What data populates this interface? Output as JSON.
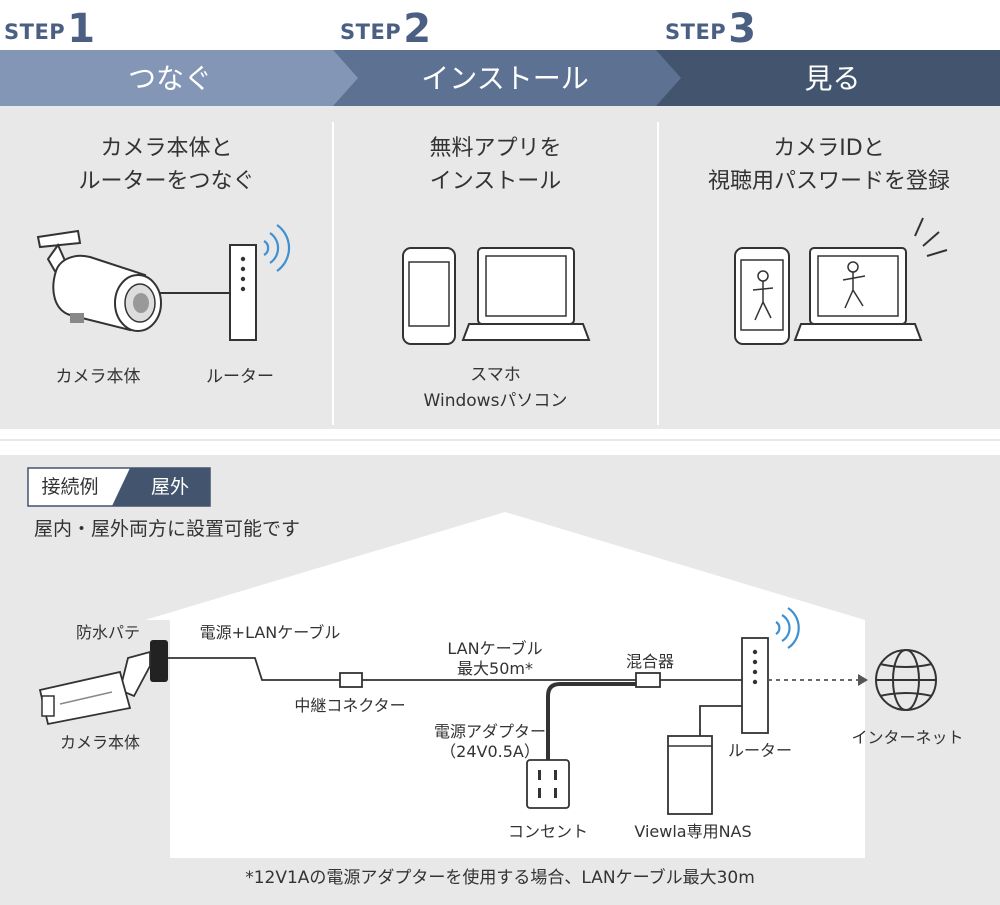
{
  "steps": [
    {
      "step_word": "STEP",
      "number": "1",
      "title": "つなぐ",
      "desc_line1": "カメラ本体と",
      "desc_line2": "ルーターをつなぐ",
      "caption_a": "カメラ本体",
      "caption_b": "ルーター"
    },
    {
      "step_word": "STEP",
      "number": "2",
      "title": "インストール",
      "desc_line1": "無料アプリを",
      "desc_line2": "インストール",
      "caption_a": "スマホ",
      "caption_b": "Windowsパソコン"
    },
    {
      "step_word": "STEP",
      "number": "3",
      "title": "見る",
      "desc_line1": "カメラIDと",
      "desc_line2": "視聴用パスワードを登録"
    }
  ],
  "example": {
    "tag_left": "接続例",
    "tag_right": "屋外",
    "subtitle": "屋内・屋外両方に設置可能です"
  },
  "diagram": {
    "putty": "防水パテ",
    "camera": "カメラ本体",
    "power_lan_cable": "電源+LANケーブル",
    "lan_cable": "LANケーブル",
    "lan_cable_max": "最大50m*",
    "relay_connector": "中継コネクター",
    "mixer": "混合器",
    "adapter": "電源アダプター",
    "adapter_spec": "（24V0.5A）",
    "outlet": "コンセント",
    "router": "ルーター",
    "internet": "インターネット",
    "nas": "Viewla専用NAS"
  },
  "footnote": "*12V1Aの電源アダプターを使用する場合、LANケーブル最大30m",
  "colors": {
    "step1": "#8396b5",
    "step2": "#5d7293",
    "step3": "#43546f",
    "panel": "#e8e8e8",
    "house": "#ffffff",
    "tag_dark": "#43546f"
  }
}
